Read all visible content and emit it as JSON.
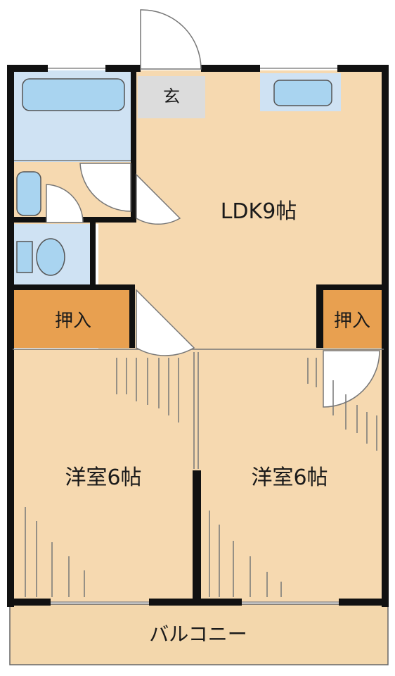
{
  "floorplan": {
    "labels": {
      "entrance": "玄",
      "ldk": "LDK9帖",
      "closet_left": "押入",
      "closet_right": "押入",
      "western_left": "洋室6帖",
      "western_right": "洋室6帖",
      "balcony": "バルコニー"
    },
    "colors": {
      "room": "#f6d9b0",
      "closet": "#e8a050",
      "wet": "#cfe2f3",
      "fixture": "#a9d4f0",
      "entrance": "#dcdcdc",
      "balcony": "#f3d7ac",
      "wall": "#111111"
    }
  }
}
